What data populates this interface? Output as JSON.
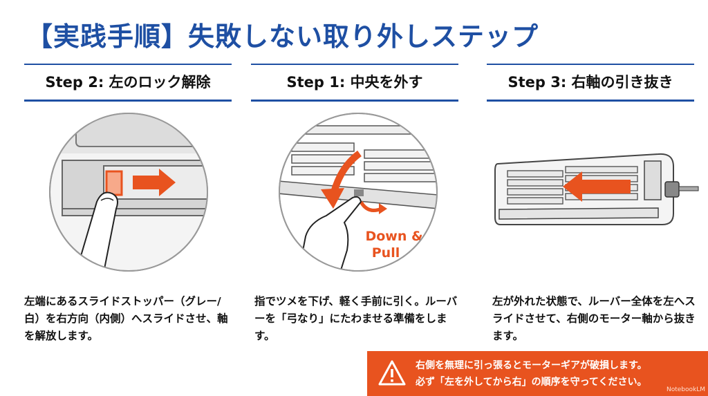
{
  "title": "【実践手順】失敗しない取り外しステップ",
  "steps": [
    {
      "heading": "Step 2: 左のロック解除",
      "description": "左端にあるスライドストッパー（グレー/白）を右方向（内側）へスライドさせ、軸を解放します。"
    },
    {
      "heading": "Step 1: 中央を外す",
      "description": "指でツメを下げ、軽く手前に引く。ルーバーを「弓なり」にたわませる準備をします。",
      "callout_line1": "Down &",
      "callout_line2": "Pull"
    },
    {
      "heading": "Step 3: 右軸の引き抜き",
      "description": "左が外れた状態で、ルーバー全体を左へスライドさせて、右側のモーター軸から抜きます。"
    }
  ],
  "warning": {
    "line1": "右側を無理に引っ張るとモーターギアが破損します。",
    "line2": "必ず「左を外してから右」の順序を守ってください。",
    "icon": "warning-triangle-icon"
  },
  "watermark": "NotebookLM",
  "colors": {
    "accent_blue": "#1e4fa3",
    "accent_orange": "#e8531f"
  }
}
